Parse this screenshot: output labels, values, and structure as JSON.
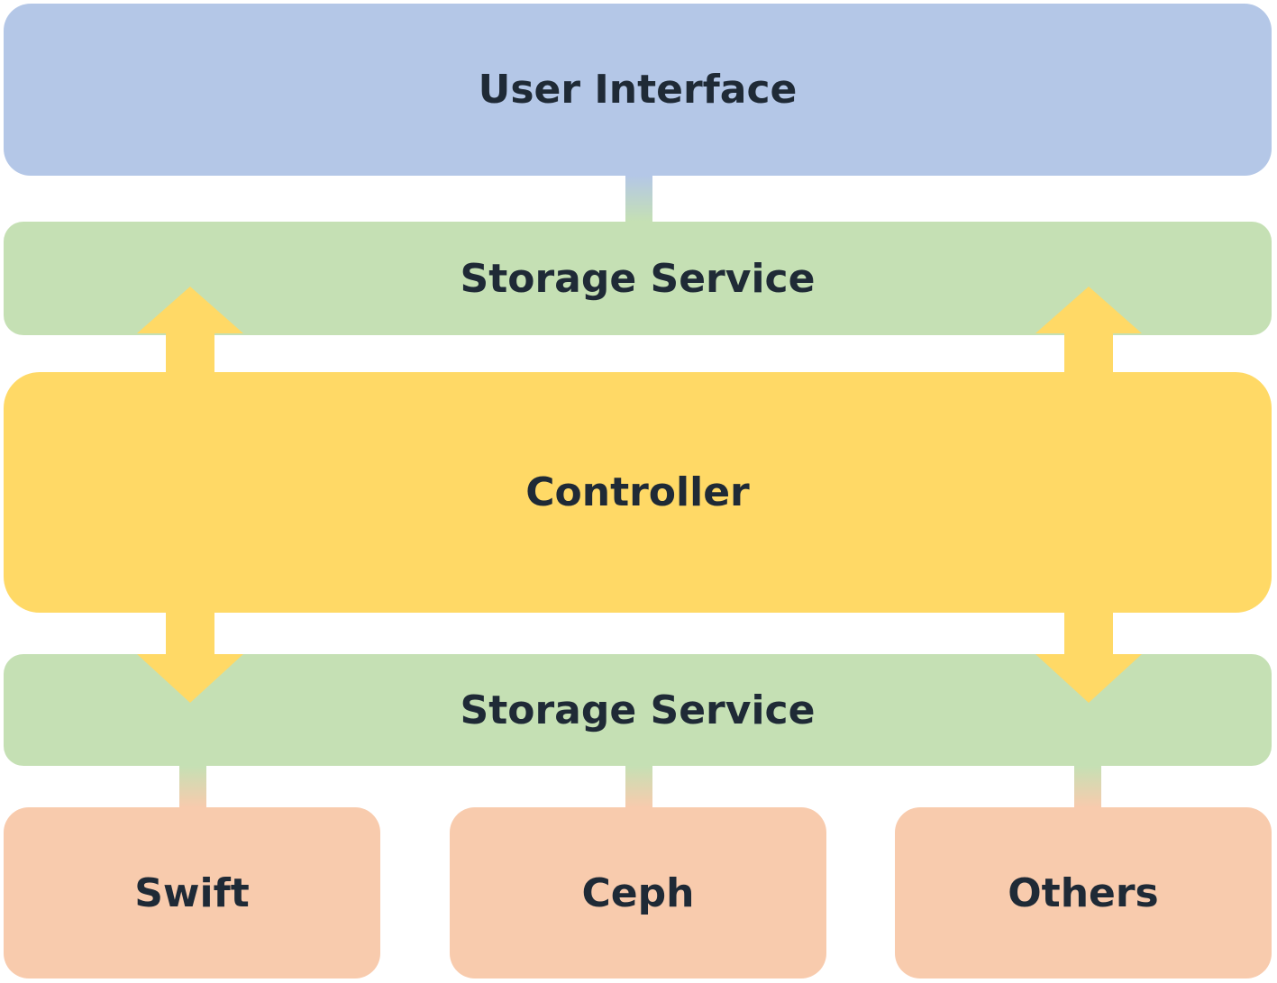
{
  "layers": {
    "user_interface": {
      "label": "User Interface",
      "color": "#b4c7e7"
    },
    "storage_service_top": {
      "label": "Storage Service",
      "color": "#c5e0b4"
    },
    "controller": {
      "label": "Controller",
      "color": "#ffd966"
    },
    "storage_service_bottom": {
      "label": "Storage Service",
      "color": "#c5e0b4"
    }
  },
  "backends": [
    {
      "label": "Swift",
      "color": "#f8cbad"
    },
    {
      "label": "Ceph",
      "color": "#f8cbad"
    },
    {
      "label": "Others",
      "color": "#f8cbad"
    }
  ],
  "arrows": {
    "color": "#ffd966",
    "direction_top": "up",
    "direction_bottom": "down"
  }
}
